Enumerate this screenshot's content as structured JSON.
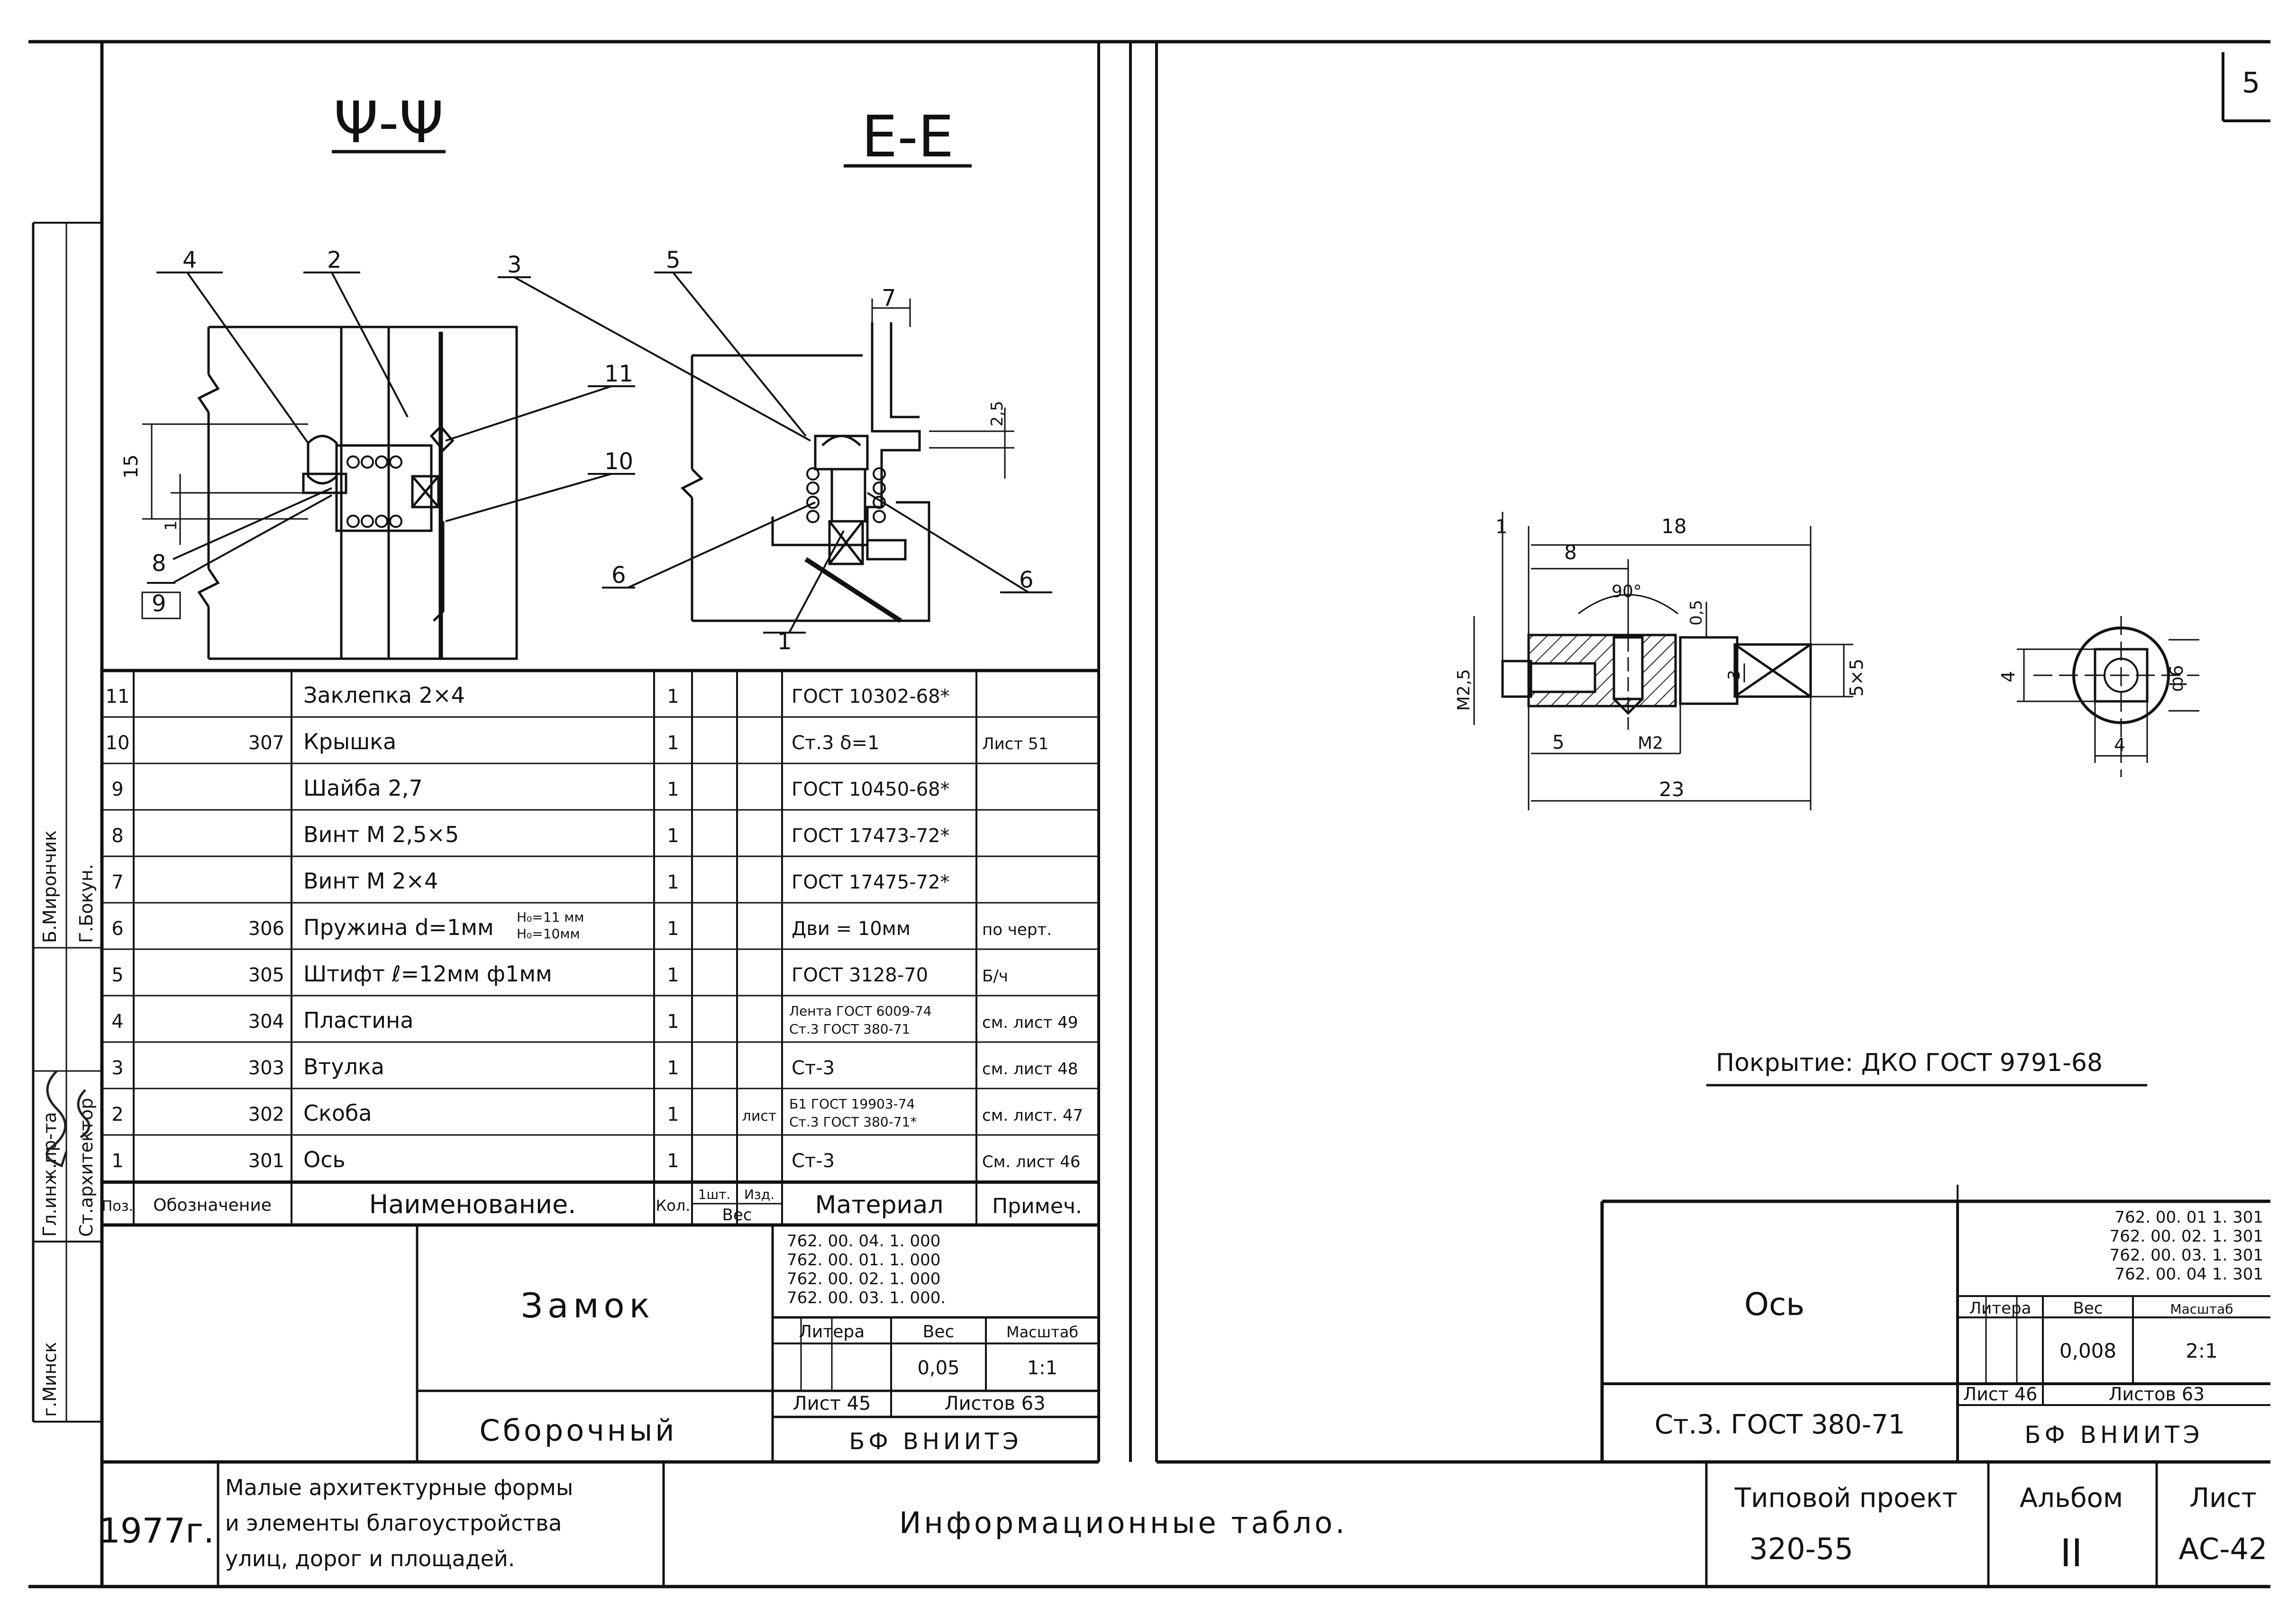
{
  "sheet_number_corner": "5",
  "sections": {
    "left": "Ψ-Ψ",
    "right": "E-E"
  },
  "callouts": [
    "4",
    "2",
    "3",
    "5",
    "7",
    "11",
    "10",
    "8",
    "9",
    "6",
    "6",
    "1"
  ],
  "dims_left": {
    "d15": "15",
    "d1": "1"
  },
  "dims_right": {
    "d25": "2,5"
  },
  "spec": {
    "headers": {
      "pos": "Поз.",
      "designation": "Обозначение",
      "name": "Наименование.",
      "qty": "Кол.",
      "unit_weight": "1шт.",
      "product_weight": "Изд.",
      "weight": "Вес",
      "material": "Материал",
      "note": "Примеч."
    },
    "rows": [
      {
        "pos": "11",
        "designation": "",
        "name": "Заклепка 2×4",
        "sub": "",
        "qty": "1",
        "extra": "",
        "material": "ГОСТ 10302-68*",
        "material2": "",
        "note": ""
      },
      {
        "pos": "10",
        "designation": "307",
        "name": "Крышка",
        "sub": "",
        "qty": "1",
        "extra": "",
        "material": "Ст.3 δ=1",
        "material2": "",
        "note": "Лист 51"
      },
      {
        "pos": "9",
        "designation": "",
        "name": "Шайба 2,7",
        "sub": "",
        "qty": "1",
        "extra": "",
        "material": "ГОСТ 10450-68*",
        "material2": "",
        "note": ""
      },
      {
        "pos": "8",
        "designation": "",
        "name": "Винт М 2,5×5",
        "sub": "",
        "qty": "1",
        "extra": "",
        "material": "ГОСТ 17473-72*",
        "material2": "",
        "note": ""
      },
      {
        "pos": "7",
        "designation": "",
        "name": "Винт М 2×4",
        "sub": "",
        "qty": "1",
        "extra": "",
        "material": "ГОСТ 17475-72*",
        "material2": "",
        "note": ""
      },
      {
        "pos": "6",
        "designation": "306",
        "name": "Пружина d=1мм",
        "sub": "Н₀=11 мм|Н₀=10мм",
        "qty": "1",
        "extra": "",
        "material": "Дви = 10мм",
        "material2": "",
        "note": "по черт."
      },
      {
        "pos": "5",
        "designation": "305",
        "name": "Штифт ℓ=12мм ф1мм",
        "sub": "",
        "qty": "1",
        "extra": "",
        "material": "ГОСТ 3128-70",
        "material2": "",
        "note": "Б/ч"
      },
      {
        "pos": "4",
        "designation": "304",
        "name": "Пластина",
        "sub": "",
        "qty": "1",
        "extra": "",
        "material": "Лента ГОСТ 6009-74",
        "material2": "Ст.3 ГОСТ 380-71",
        "note": "см. лист 49"
      },
      {
        "pos": "3",
        "designation": "303",
        "name": "Втулка",
        "sub": "",
        "qty": "1",
        "extra": "",
        "material": "Ст-3",
        "material2": "",
        "note": "см. лист 48"
      },
      {
        "pos": "2",
        "designation": "302",
        "name": "Скоба",
        "sub": "",
        "qty": "1",
        "extra": "лист",
        "material": "Б1 ГОСТ 19903-74",
        "material2": "Ст.3 ГОСТ 380-71*",
        "note": "см. лист. 47"
      },
      {
        "pos": "1",
        "designation": "301",
        "name": "Ось",
        "sub": "",
        "qty": "1",
        "extra": "",
        "material": "Ст-3",
        "material2": "",
        "note": "См. лист 46"
      }
    ]
  },
  "assembly_block": {
    "title": "Замок",
    "subtitle": "Сборочный",
    "codes": [
      "762. 00. 04. 1. 000",
      "762. 00. 01. 1. 000",
      "762. 00. 02. 1. 000",
      "762. 00. 03. 1. 000."
    ],
    "litera_label": "Литера",
    "weight_label": "Вес",
    "scale_label": "Масштаб",
    "weight": "0,05",
    "scale": "1:1",
    "sheet": "Лист 45",
    "sheets": "Листов 63",
    "org": "БФ ВНИИТЭ"
  },
  "left_margin": {
    "role1": "Гл.инж.пр-та",
    "role2": "Ст.архитектор",
    "name1": "Б.Мирончик",
    "name2": "Г.Бокун.",
    "city": "г.Минск"
  },
  "detail": {
    "dims": [
      "1",
      "18",
      "8",
      "90°",
      "0,5",
      "3",
      "5×5",
      "М2,5",
      "5",
      "М2",
      "23",
      "4",
      "ф6",
      "4"
    ]
  },
  "coating": "Покрытие: ДКО ГОСТ 9791-68",
  "part_block": {
    "codes": [
      "762. 00. 01 1. 301",
      "762. 00. 02. 1. 301",
      "762. 00. 03. 1. 301",
      "762. 00. 04 1. 301"
    ],
    "title": "Ось",
    "material": "Ст.3. ГОСТ 380-71",
    "litera_label": "Литера",
    "weight_label": "Вес",
    "scale_label": "Масштаб",
    "weight": "0,008",
    "scale": "2:1",
    "sheet": "Лист 46",
    "sheets": "Листов 63",
    "org": "БФ ВНИИТЭ"
  },
  "footer": {
    "year": "1977г.",
    "project_lines": [
      "Малые архитектурные формы",
      "и элементы благоустройства",
      "улиц, дорог и площадей."
    ],
    "title": "Информационные табло.",
    "typical_label": "Типовой проект",
    "typical_number": "320-55",
    "album_label": "Альбом",
    "album_number": "II",
    "sheet_label": "Лист",
    "sheet_number": "АС-42"
  }
}
